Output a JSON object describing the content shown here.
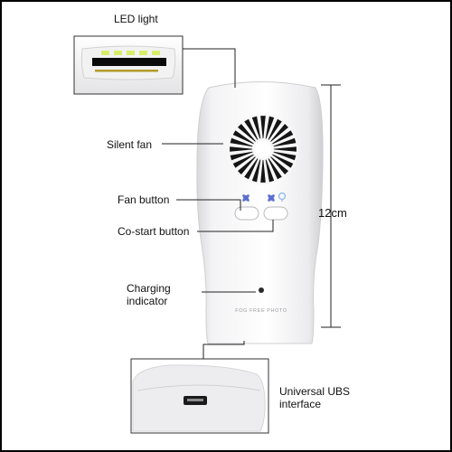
{
  "labels": {
    "led_light": "LED light",
    "silent_fan": "Silent fan",
    "fan_button": "Fan button",
    "co_start_button": "Co-start button",
    "charging_indicator_line1": "Charging",
    "charging_indicator_line2": "indicator",
    "universal_interface_line1": "Universal UBS",
    "universal_interface_line2": "interface",
    "dimension": "12cm"
  },
  "device": {
    "printed_text": "FOG FREE PHOTO",
    "body_color": "#f4f4f5",
    "icon_color": "#5b6fd1"
  }
}
